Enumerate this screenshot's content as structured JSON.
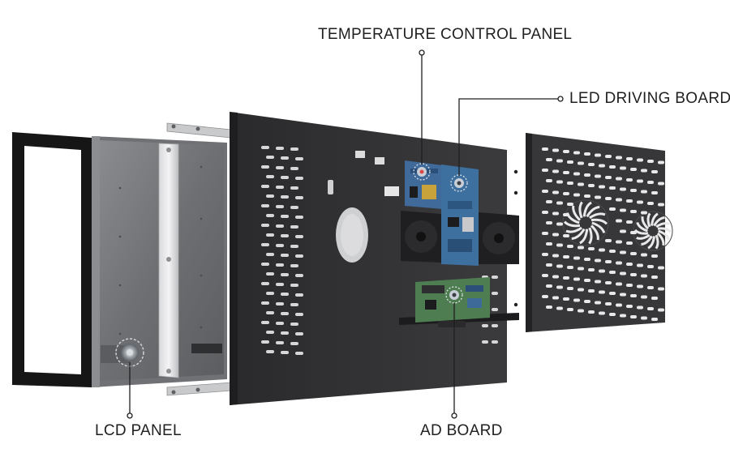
{
  "labels": {
    "temperature_control_panel": "TEMPERATURE CONTROL PANEL",
    "led_driving_board": "LED DRIVING BOARD",
    "lcd_panel": "LCD PANEL",
    "ad_board": "AD BOARD"
  },
  "colors": {
    "background": "#ffffff",
    "metal_dark": "#2b2b2d",
    "metal_panel": "#3a3a3c",
    "lcd_screen": "#6b6d70",
    "pcb_blue": "#2f5d8c",
    "pcb_green": "#4d7a4f",
    "leader_line": "#1f1f1f"
  },
  "icons": [
    "callout-circle-icon",
    "fan-icon",
    "vent-hole-icon"
  ]
}
